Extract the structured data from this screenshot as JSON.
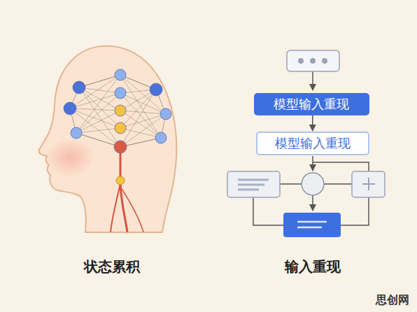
{
  "diagram": {
    "nodes": [
      {
        "text": [
          "模型输入重现"
        ]
      },
      {
        "text": [
          "模型输入重现"
        ]
      }
    ],
    "edges": [
      {
        "from": 0,
        "to": 1,
        "arrow": "to"
      }
    ],
    "labels": [
      "状态累积",
      "输入重现",
      "思创网"
    ]
  }
}
